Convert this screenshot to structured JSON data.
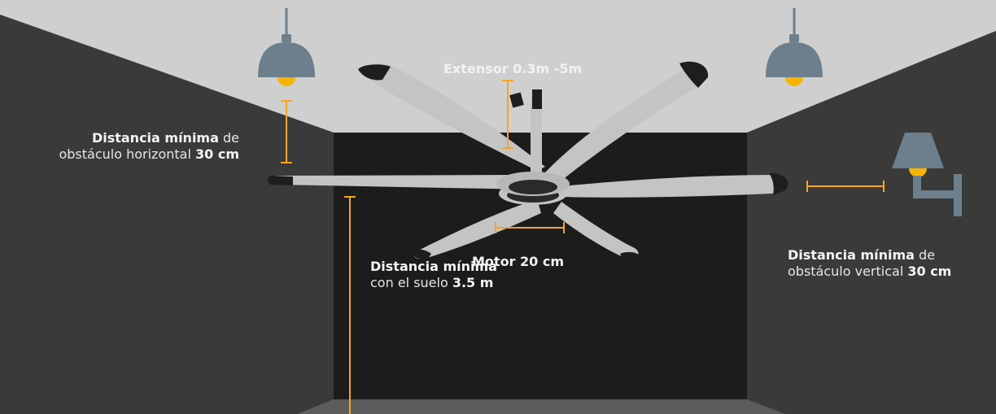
{
  "labels": {
    "extensor": "Extensor 0.3m -5m",
    "motor": "Motor 20 cm",
    "horizontal": {
      "bold": "Distancia mínima",
      "line1_rest": " de",
      "line2_text": "obstáculo horizontal ",
      "line2_bold": "30 cm"
    },
    "vertical": {
      "bold": "Distancia mínima",
      "line1_rest": " de",
      "line2_text": "obstáculo vertical ",
      "line2_bold": "30 cm"
    },
    "floor": {
      "bold": "Distancia mínima",
      "line2_text": "con el suelo ",
      "line2_bold": "3.5 m"
    }
  },
  "colors": {
    "ceiling": "#cfcfcf",
    "side_walls": "#3a3a3a",
    "back_wall": "#1c1c1c",
    "floor": "#5c5c5c",
    "blade": "#c4c4c4",
    "blade_tip": "#1e1e1e",
    "lamp_shade": "#6d7f8c",
    "bulb": "#f6b400",
    "measure_line": "#f5a623",
    "text": "#e6e6e6"
  },
  "icons": [
    "pendant-lamp-icon",
    "wall-sconce-icon",
    "ceiling-fan-icon"
  ]
}
